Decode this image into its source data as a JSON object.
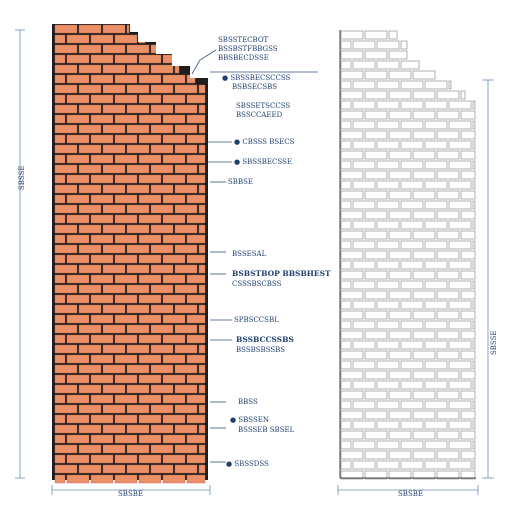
{
  "annotations": [
    {
      "id": "a1",
      "lines": [
        "SBSSTECBOT",
        "BSSBSTFBBGSS",
        "BBSBECDSSE"
      ]
    },
    {
      "id": "a2",
      "lines": [
        "● SBSSBECSCCSS",
        "BSBSECSBS"
      ]
    },
    {
      "id": "a3",
      "lines": [
        "SBSSETSCCSS",
        "BSSCCAEED"
      ]
    },
    {
      "id": "a4",
      "lines": [
        "● CBSSS BSECS"
      ]
    },
    {
      "id": "a5",
      "lines": [
        "● SBSSBECSSE"
      ]
    },
    {
      "id": "a6",
      "lines": [
        "SBBSE"
      ]
    },
    {
      "id": "a7",
      "lines": [
        "BSSESAL"
      ]
    },
    {
      "id": "a8",
      "lines": [
        "BSBSTBOP BBSBHEST",
        "CSSSBSCBSS"
      ]
    },
    {
      "id": "a9",
      "lines": [
        "SPBSCCSBL"
      ]
    },
    {
      "id": "a10",
      "lines": [
        "BSSBCCSSBS",
        "BSSBSBSSBS"
      ]
    },
    {
      "id": "a11",
      "lines": [
        "BBSS"
      ]
    },
    {
      "id": "a12",
      "lines": [
        "● SBSSEN",
        "BSSSEB SBSEL"
      ]
    },
    {
      "id": "a13",
      "lines": [
        "● SBSSDSS"
      ]
    }
  ],
  "dimensions": {
    "left_height_label": "SBSSE",
    "left_width_label": "SBSBE",
    "right_height_label": "SBSSE",
    "right_width_label": "SBSBE"
  },
  "colors": {
    "brick_fill": "#eb8f68",
    "mortar": "#1e1e1e",
    "outline_brick": "#8a8f94",
    "annotation_text": "#1f3f6e",
    "dimension_line": "#6e8fb5"
  }
}
